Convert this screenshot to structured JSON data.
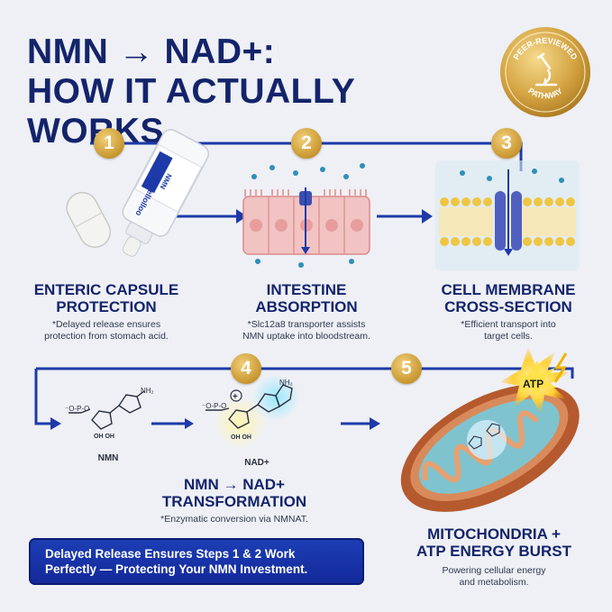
{
  "title": {
    "line1": "NMN → NAD+:",
    "line2": "HOW IT ACTUALLY WORKS"
  },
  "badge": {
    "text_top": "PEER-REVIEWED",
    "text_bottom": "PATHWAY",
    "icon": "microscope-icon"
  },
  "bottle_label": {
    "brand": "Hellolloo",
    "product": "NMN"
  },
  "steps": [
    {
      "number": "1",
      "title_line1": "ENTERIC CAPSULE",
      "title_line2": "PROTECTION",
      "desc_line1": "*Delayed release ensures",
      "desc_line2": "protection from stomach acid."
    },
    {
      "number": "2",
      "title_line1": "INTESTINE",
      "title_line2": "ABSORPTION",
      "desc_line1": "*Slc12a8 transporter assists",
      "desc_line2": "NMN uptake into bloodstream."
    },
    {
      "number": "3",
      "title_line1": "CELL MEMBRANE",
      "title_line2": "CROSS-SECTION",
      "desc_line1": "*Efficient transport into",
      "desc_line2": "target cells."
    },
    {
      "number": "4",
      "title_line1": "NMN → NAD+",
      "title_line2": "TRANSFORMATION",
      "desc_line1": "*Enzymatic conversion via NMNAT.",
      "desc_line2": ""
    },
    {
      "number": "5",
      "title_line1": "MITOCHONDRIA +",
      "title_line2": "ATP ENERGY BURST",
      "desc_line1": "Powering cellular energy",
      "desc_line2": "and metabolism."
    }
  ],
  "molecules": {
    "nmn_label": "NMN",
    "nad_label": "NAD+",
    "plus": "+",
    "nh2": "NH₂",
    "oh_oh": "OH OH"
  },
  "atp_label": "ATP",
  "banner": {
    "line1": "Delayed Release Ensures Steps 1 & 2 Work",
    "line2": "Perfectly — Protecting Your NMN Investment."
  },
  "colors": {
    "navy": "#14246b",
    "gold": "#c8962e",
    "blue_line": "#1d3aa8",
    "banner": "#13289a"
  }
}
